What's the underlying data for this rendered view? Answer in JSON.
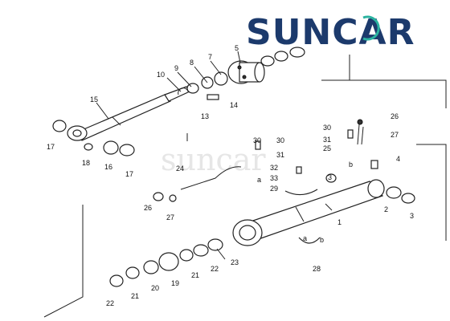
{
  "logo": {
    "text": "SUNCAR",
    "color": "#1c3a6c"
  },
  "watermark": {
    "text": "suncar"
  },
  "callouts": {
    "n1": "1",
    "n2": "2",
    "n3a": "3",
    "n3b": "3",
    "n4": "4",
    "n5": "5",
    "n7": "7",
    "n8": "8",
    "n9": "9",
    "n10": "10",
    "n13": "13",
    "n14": "14",
    "n15": "15",
    "n16": "16",
    "n17a": "17",
    "n17b": "17",
    "n18": "18",
    "n19": "19",
    "n20": "20",
    "n21a": "21",
    "n21b": "21",
    "n22a": "22",
    "n22b": "22",
    "n23": "23",
    "n24": "24",
    "n25": "25",
    "n26a": "26",
    "n26b": "26",
    "n27a": "27",
    "n27b": "27",
    "n28": "28",
    "n29": "29",
    "n30a": "30",
    "n30b": "30",
    "n31a": "31",
    "n31b": "31",
    "n32": "32",
    "n33": "33",
    "refA1": "a",
    "refA2": "a",
    "refB1": "b",
    "refB2": "b"
  }
}
